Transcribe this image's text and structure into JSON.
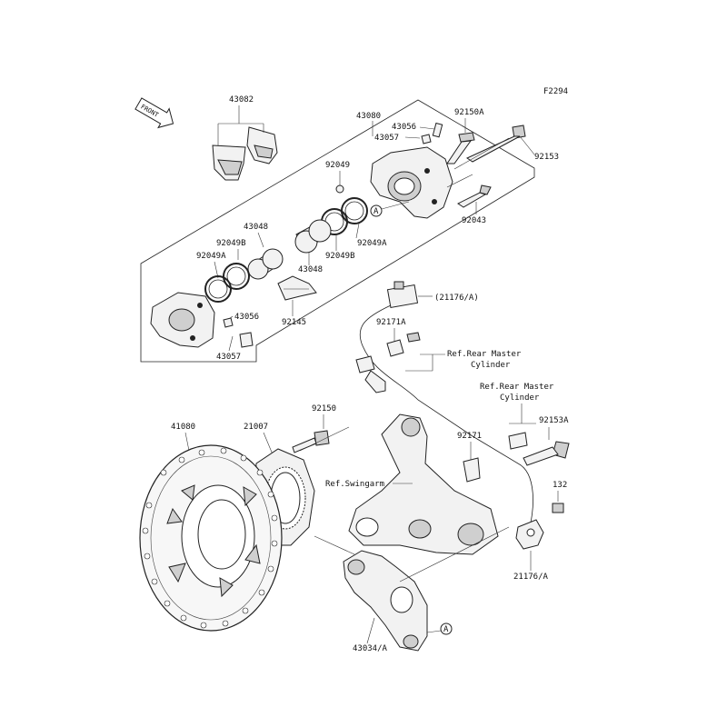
{
  "figure_code": "F2294",
  "front_label": "FRONT",
  "parts": {
    "p43082": "43082",
    "p43080": "43080",
    "p43056_top": "43056",
    "p43057_top": "43057",
    "p92150A": "92150A",
    "p92153": "92153",
    "p92049": "92049",
    "p92043": "92043",
    "p43048_a": "43048",
    "p92049B_a": "92049B",
    "p92049A_a": "92049A",
    "p43048_b": "43048",
    "p92049B_b": "92049B",
    "p92049A_b": "92049A",
    "p92145": "92145",
    "p43056_low": "43056",
    "p43057_low": "43057",
    "p21176A_top": "(21176/A)",
    "p92171A": "92171A",
    "p92150": "92150",
    "p41080": "41080",
    "p21007": "21007",
    "p92171": "92171",
    "p92153A": "92153A",
    "p132": "132",
    "p21176A_low": "21176/A",
    "p43034A": "43034/A",
    "callout_A1": "A",
    "callout_A2": "A"
  },
  "refs": {
    "rear_master_1_line1": "Ref.Rear Master",
    "rear_master_1_line2": "Cylinder",
    "rear_master_2_line1": "Ref.Rear Master",
    "rear_master_2_line2": "Cylinder",
    "swingarm": "Ref.Swingarm"
  }
}
